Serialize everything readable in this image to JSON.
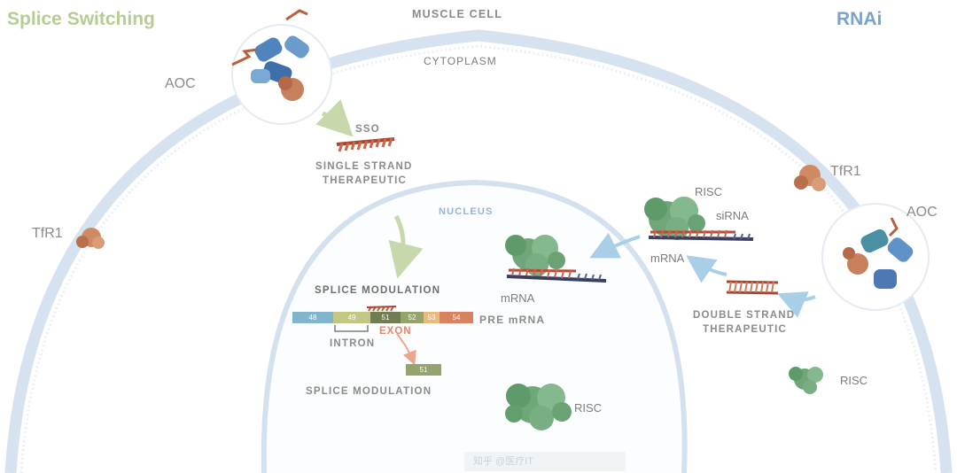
{
  "titles": {
    "left": "Splice Switching",
    "center": "MUSCLE CELL",
    "right": "RNAi"
  },
  "labels": {
    "cytoplasm": "CYTOPLASM",
    "nucleus": "NUCLEUS",
    "aoc_left": "AOC",
    "aoc_right": "AOC",
    "tfr1_left": "TfR1",
    "tfr1_right": "TfR1",
    "sso": "SSO",
    "single_strand_1": "SINGLE STRAND",
    "single_strand_2": "THERAPEUTIC",
    "splice_modulation_title": "SPLICE MODULATION",
    "pre_mrna": "PRE mRNA",
    "intron": "INTRON",
    "exon": "EXON",
    "splice_modulation_bottom": "SPLICE MODULATION",
    "risc_top": "RISC",
    "sirna": "siRNA",
    "mrna_right": "mRNA",
    "mrna_center": "mRNA",
    "double_strand_1": "DOUBLE STRAND",
    "double_strand_2": "THERAPEUTIC",
    "risc_right": "RISC",
    "risc_bottom": "RISC"
  },
  "exon_segments": [
    "48",
    "49",
    "51",
    "52",
    "53",
    "54"
  ],
  "excised_exon": "51",
  "colors": {
    "membrane": "#d6e2ef",
    "nucleus_ring": "#d3e0ee",
    "antibody": "#4f84bd",
    "payload": "#b8603c",
    "tfr1": "#cf8a64",
    "risc": "#6fa77a",
    "strand_red": "#b84a3c",
    "strand_navy": "#3a3f63",
    "arrow_green": "#c6d8ac",
    "arrow_blue": "#a9cfe6",
    "arrow_red": "#eda58e"
  },
  "watermark": "知乎 @医疗IT"
}
